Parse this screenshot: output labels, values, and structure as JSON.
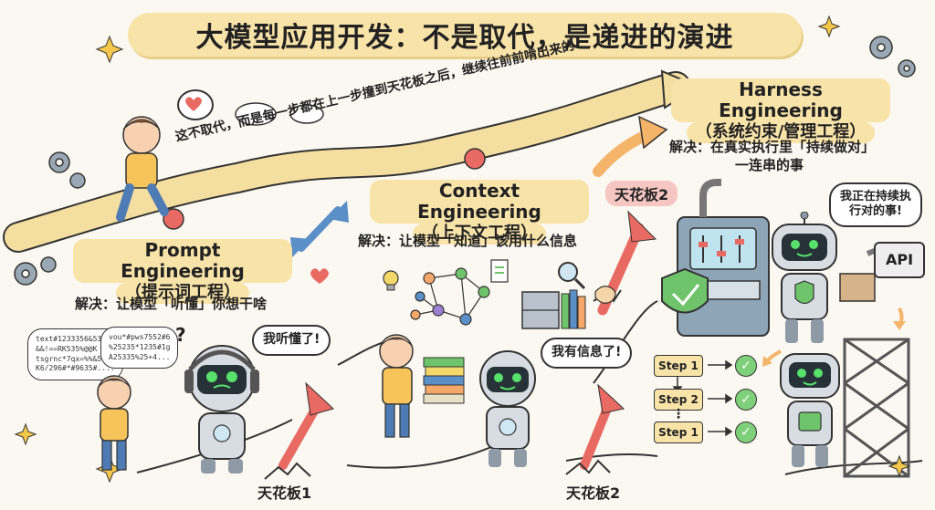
{
  "title": "大模型应用开发：不是取代，是递进的演进",
  "path_caption": "这不取代，而是每一步都在上一步撞到天花板之后，继续往前前啃出来的",
  "stages": [
    {
      "name_en": "Prompt Engineering",
      "name_cn": "（提示词工程）",
      "solve": "解决：让模型「听懂」你想干啥",
      "robot_says": "我听懂了!",
      "code_left": "text#1233356&53\n&&!==RK535%@@K\ntsgrnc*7qx=%%&5?\nK6/296#*#9635#....",
      "code_right": "vou*#pws7552#6\n%25235*1235#1g\nA25335%25+4...",
      "ceiling": "天花板1"
    },
    {
      "name_en": "Context Engineering",
      "name_cn": "（上下文工程）",
      "solve": "解决：让模型「知道」该用什么信息",
      "robot_says": "我有信息了!",
      "ceiling": "天花板2",
      "ceiling_top": "天花板2"
    },
    {
      "name_en": "Harness Engineering",
      "name_cn": "（系统约束/管理工程）",
      "solve_line1": "解决：在真实执行里「持续做对」",
      "solve_line2": "一连串的事",
      "robot_says_line1": "我正在持续执",
      "robot_says_line2": "行对的事!",
      "api_label": "API",
      "steps": [
        "Step 1",
        "Step 2",
        "⋮",
        "Step 1"
      ]
    }
  ],
  "colors": {
    "highlight": "#f8e3a8",
    "road": "#f5dfa0",
    "red_arrow": "#e86a63",
    "blue_arrow": "#5b8fc7",
    "robot_eye": "#57e06a"
  },
  "icons": [
    "sparkle-icon",
    "gear-icon",
    "cloud-icon",
    "heart-icon",
    "lightbulb-icon",
    "document-icon",
    "magnifier-icon",
    "shield-icon",
    "checkmark-icon"
  ]
}
